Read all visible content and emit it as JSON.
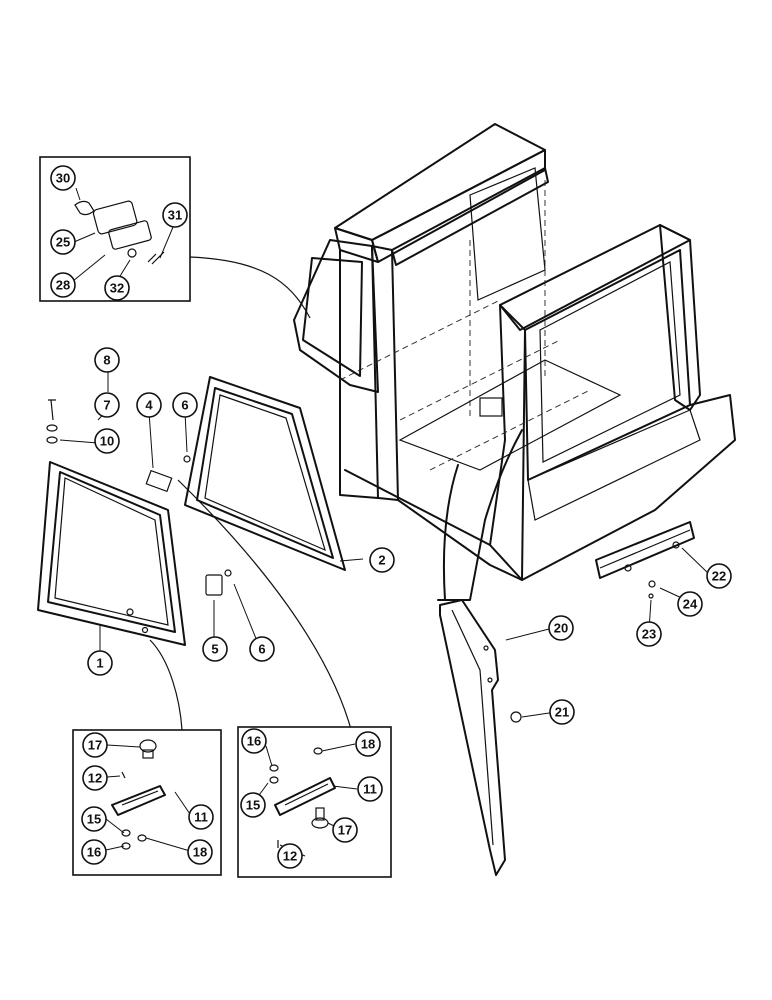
{
  "callouts": {
    "c1": "1",
    "c2": "2",
    "c4": "4",
    "c5": "5",
    "c6a": "6",
    "c6b": "6",
    "c7": "7",
    "c8": "8",
    "c10": "10",
    "c20": "20",
    "c21": "21",
    "c22": "22",
    "c23": "23",
    "c24": "24",
    "c25": "25",
    "c28": "28",
    "c30": "30",
    "c31": "31",
    "c32": "32",
    "l17": "17",
    "l12": "12",
    "l11": "11",
    "l15": "15",
    "l16": "16",
    "l18": "18",
    "r16": "16",
    "r18": "18",
    "r15": "15",
    "r11": "11",
    "r17": "17",
    "r12": "12"
  }
}
